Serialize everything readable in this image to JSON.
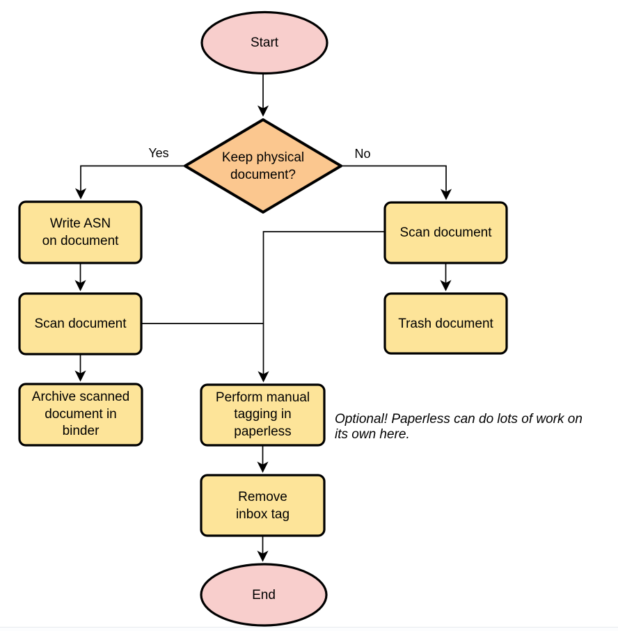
{
  "diagram": {
    "colors": {
      "terminal_fill": "#f8cecc",
      "decision_fill": "#fbc78f",
      "process_fill": "#fde499",
      "stroke": "#000000"
    },
    "nodes": {
      "start": {
        "label": "Start"
      },
      "decision": {
        "line1": "Keep physical",
        "line2": "document?"
      },
      "write_asn": {
        "line1": "Write ASN",
        "line2": "on document"
      },
      "scan_left": {
        "label": "Scan document"
      },
      "archive": {
        "line1": "Archive scanned",
        "line2": "document in",
        "line3": "binder"
      },
      "scan_right": {
        "label": "Scan document"
      },
      "trash": {
        "label": "Trash document"
      },
      "perform_tagging": {
        "line1": "Perform manual",
        "line2": "tagging in",
        "line3": "paperless"
      },
      "remove_inbox": {
        "line1": "Remove",
        "line2": "inbox tag"
      },
      "end": {
        "label": "End"
      }
    },
    "edge_labels": {
      "yes": "Yes",
      "no": "No"
    },
    "annotation": {
      "line1": "Optional! Paperless can do lots of work on",
      "line2": "its own here."
    }
  }
}
